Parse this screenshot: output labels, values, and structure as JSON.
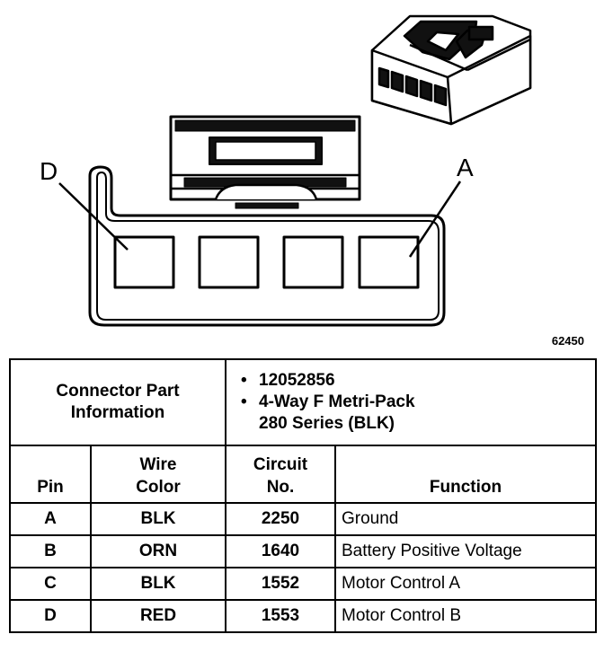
{
  "figure_number": "62450",
  "diagram": {
    "pin_label_left": "D",
    "pin_label_right": "A"
  },
  "connector_info": {
    "heading_line1": "Connector Part",
    "heading_line2": "Information",
    "part_number": "12052856",
    "description_line1": "4-Way F Metri-Pack",
    "description_line2": "280 Series (BLK)"
  },
  "columns": {
    "pin": "Pin",
    "wire_color_line1": "Wire",
    "wire_color_line2": "Color",
    "circuit_line1": "Circuit",
    "circuit_line2": "No.",
    "function": "Function"
  },
  "rows": [
    {
      "pin": "A",
      "color": "BLK",
      "circuit": "2250",
      "function": "Ground"
    },
    {
      "pin": "B",
      "color": "ORN",
      "circuit": "1640",
      "function": "Battery Positive Voltage"
    },
    {
      "pin": "C",
      "color": "BLK",
      "circuit": "1552",
      "function": "Motor Control A"
    },
    {
      "pin": "D",
      "color": "RED",
      "circuit": "1553",
      "function": "Motor Control B"
    }
  ]
}
